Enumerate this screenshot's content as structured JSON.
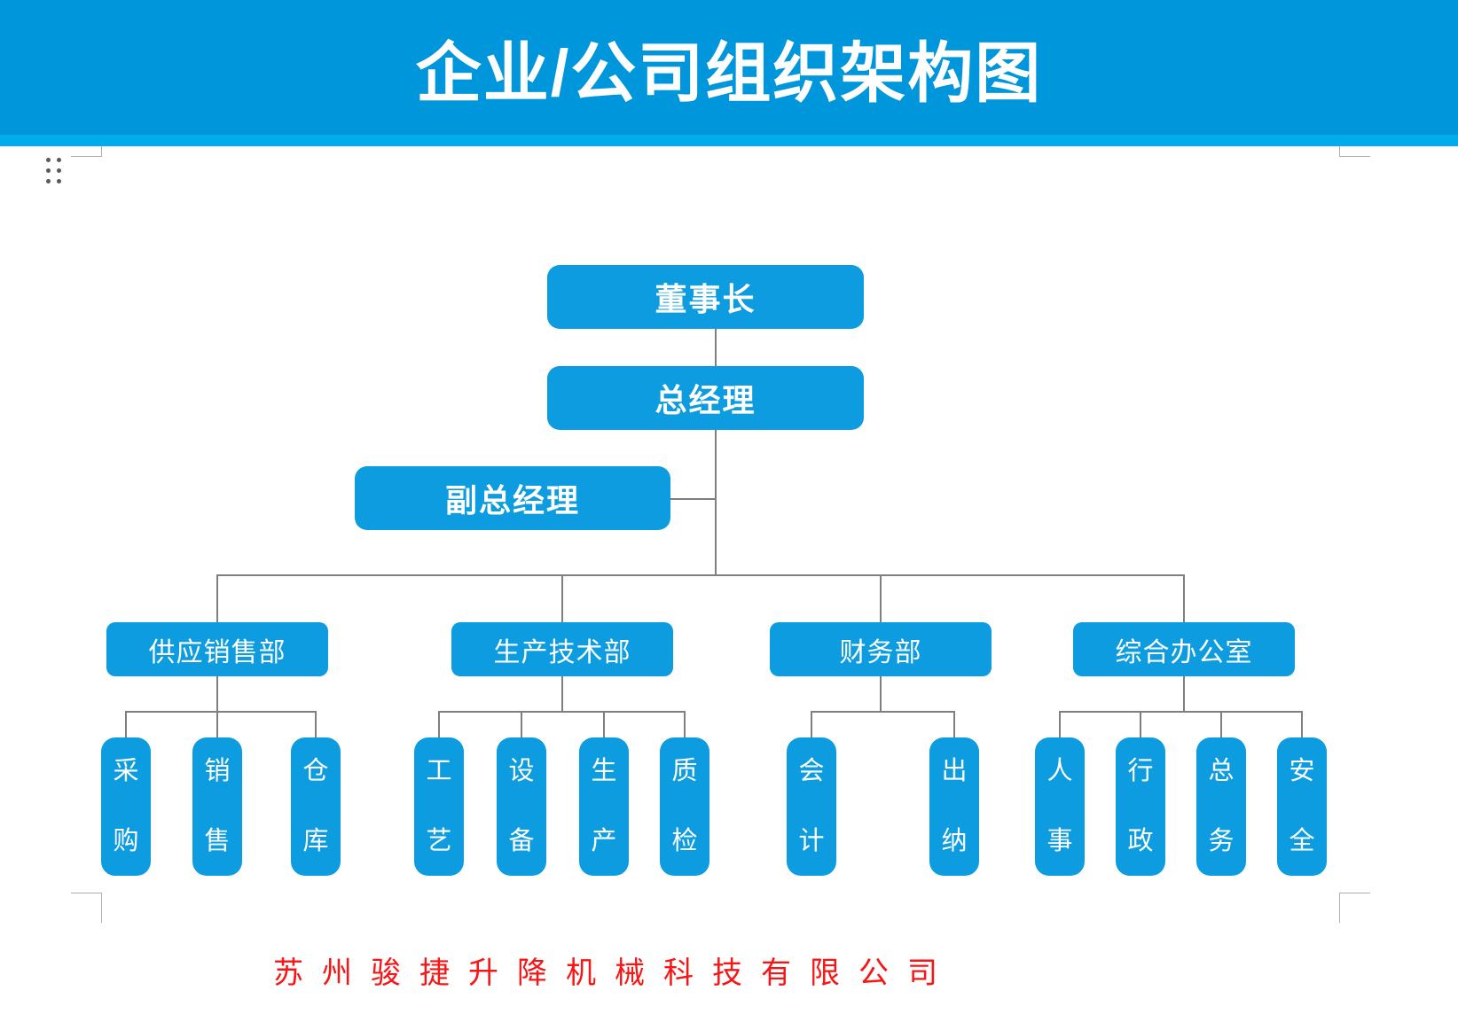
{
  "page": {
    "title": "企业/公司组织架构图"
  },
  "org_chart": {
    "chairman": "董事长",
    "general_manager": "总经理",
    "deputy_general_manager": "副总经理",
    "departments": [
      {
        "name": "供应销售部",
        "units": [
          "采购",
          "销售",
          "仓库"
        ]
      },
      {
        "name": "生产技术部",
        "units": [
          "工艺",
          "设备",
          "生产",
          "质检"
        ]
      },
      {
        "name": "财务部",
        "units": [
          "会计",
          "出纳"
        ]
      },
      {
        "name": "综合办公室",
        "units": [
          "人事",
          "行政",
          "总务",
          "安全"
        ]
      }
    ]
  },
  "footer": {
    "company_name": "苏州骏捷升降机械科技有限公司"
  },
  "colors": {
    "banner_blue": "#0096DB",
    "banner_strip_blue": "#00ACE9",
    "node_blue": "#0C9CDF",
    "connector_gray": "#7F7F7F",
    "company_text_red": "#F81515"
  }
}
